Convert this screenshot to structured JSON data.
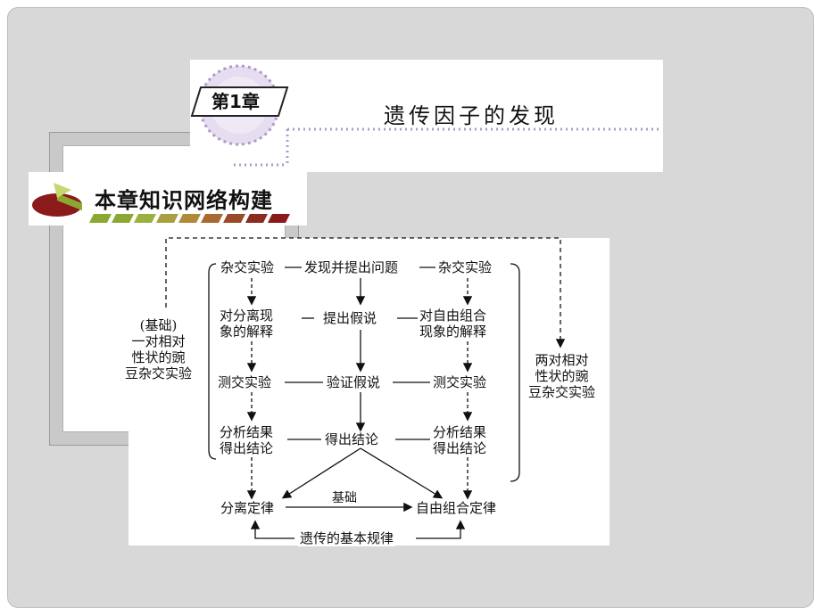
{
  "header": {
    "chapter_label": "第1章",
    "chapter_title": "遗传因子的发现"
  },
  "section_banner": {
    "title": "本章知识网络构建"
  },
  "diagram": {
    "left_column": {
      "cross1": "杂交实验",
      "hypothesis": "对分离现\n象的解释",
      "testcross": "测交实验",
      "analysis": "分析结果\n得出结论",
      "law": "分离定律"
    },
    "middle_column": {
      "step1": "发现并提出问题",
      "step2": "提出假说",
      "step3": "验证假说",
      "step4": "得出结论"
    },
    "right_column": {
      "cross1": "杂交实验",
      "hypothesis": "对自由组合\n现象的解释",
      "testcross": "测交实验",
      "analysis": "分析结果\n得出结论",
      "law": "自由组合定律"
    },
    "outer_left_label": "(基础)\n一对相对\n性状的豌\n豆杂交实验",
    "outer_right_label": "两对相对\n性状的豌\n豆杂交实验",
    "basis_label": "基础",
    "bottom_label": "遗传的基本规律",
    "dash_label": "—"
  },
  "colors": {
    "slide_bg": "#d8d8d8",
    "banner_purple": "#7a5a9a",
    "dot_purple": "#b09ac8",
    "kb_red": "#8b1a1a",
    "kb_green": "#8aa832"
  }
}
